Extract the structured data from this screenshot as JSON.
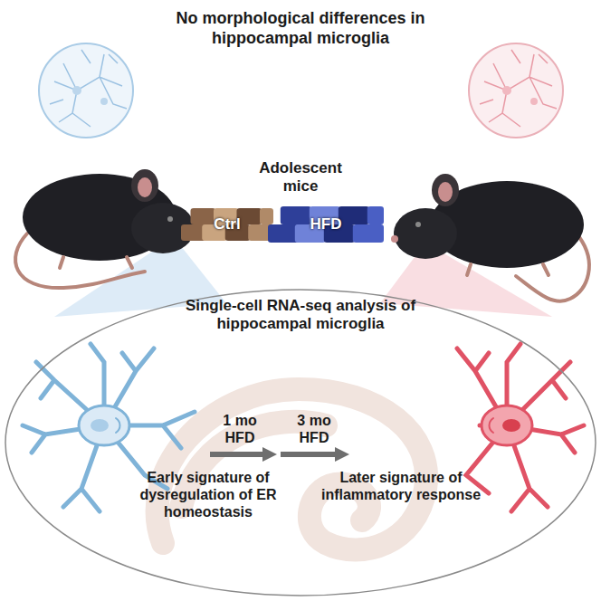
{
  "diagram": {
    "nodes": [
      {
        "text": [
          "Ctrl"
        ]
      },
      {
        "text": [
          "HFD"
        ]
      },
      {
        "text": [
          "Single-cell RNA-seq analysis of hippocampal microglia"
        ]
      }
    ],
    "labels": [
      "No morphological differences in hippocampal microglia",
      "Adolescent mice",
      "1 mo HFD",
      "3 mo HFD",
      "Early signature of dysregulation of ER homeostasis",
      "Later signature of inflammatory response"
    ]
  }
}
